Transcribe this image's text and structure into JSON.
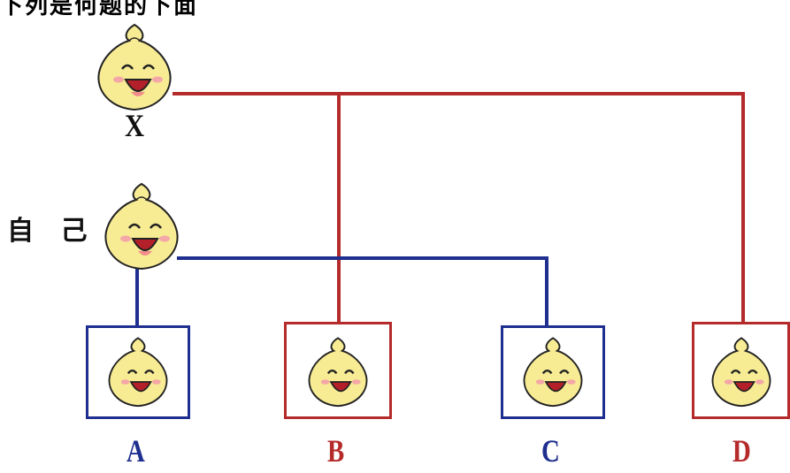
{
  "header": {
    "cut_text": "下列是何题的下面"
  },
  "nodes": {
    "x": {
      "label": "X"
    },
    "self": {
      "label": "自 己"
    }
  },
  "children": [
    {
      "label": "A",
      "color": "#1f2f8f"
    },
    {
      "label": "B",
      "color": "#b52a2a"
    },
    {
      "label": "C",
      "color": "#1f2f8f"
    },
    {
      "label": "D",
      "color": "#b52a2a"
    }
  ],
  "colors": {
    "red_line": "#b52a2a",
    "blue_line": "#1f2f8f",
    "mascot_body": "#f7eb94",
    "mascot_outline": "#222222"
  },
  "icons": [
    "dumpling-mascot-icon"
  ]
}
